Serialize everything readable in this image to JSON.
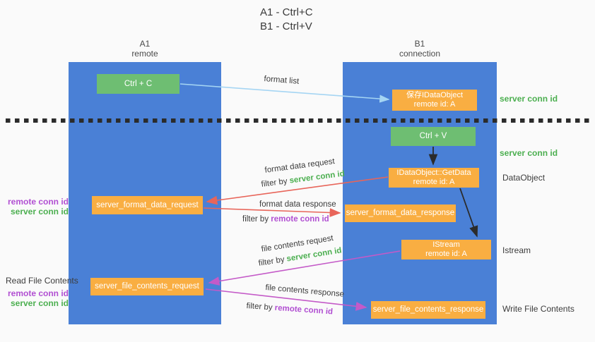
{
  "title": {
    "line1": "A1 - Ctrl+C",
    "line2": "B1 - Ctrl+V"
  },
  "lifelines": {
    "a1": {
      "name": "A1",
      "role": "remote"
    },
    "b1": {
      "name": "B1",
      "role": "connection"
    }
  },
  "nodes": {
    "ctrl_c": {
      "label": "Ctrl + C"
    },
    "save_idataobject": {
      "line1": "保存IDataObject",
      "line2": "remote id: A"
    },
    "ctrl_v": {
      "label": "Ctrl + V"
    },
    "getdata": {
      "line1": "IDataObject::GetData",
      "line2": "remote id: A"
    },
    "format_request": {
      "label": "server_format_data_request"
    },
    "format_response": {
      "label": "server_format_data_response"
    },
    "istream": {
      "line1": "IStream",
      "line2": "remote id: A"
    },
    "file_request": {
      "label": "server_file_contents_request"
    },
    "file_response": {
      "label": "server_file_contents_response"
    }
  },
  "annotations": {
    "server_conn_id_top": "server conn id",
    "server_conn_id_mid": "server conn id",
    "dataobject": "DataObject",
    "istream": "Istream",
    "read_file_contents": "Read File Contents",
    "write_file_contents": "Write File Contents",
    "format_remote_conn_id": "remote conn id",
    "format_server_conn_id": "server conn id",
    "file_remote_conn_id": "remote conn id",
    "file_server_conn_id": "server conn id"
  },
  "arrows": {
    "format_list": "format list",
    "format_data_request": "format data request",
    "format_data_response": "format data response",
    "file_contents_request": "file contents request",
    "file_contents_response": "file contents response",
    "filter_by": "filter by ",
    "server_conn_id": "server conn id",
    "remote_conn_id": "remote conn id"
  },
  "colors": {
    "column_blue": "#4a80d6",
    "box_green": "#6ebe72",
    "box_orange": "#f9ae42",
    "text_green": "#4caf50",
    "text_purple": "#b14fd2",
    "arrow_red": "#e8655a",
    "arrow_magenta": "#c45ac8",
    "arrow_light_blue": "#a5d5f3",
    "arrow_black": "#2b2b2b"
  }
}
